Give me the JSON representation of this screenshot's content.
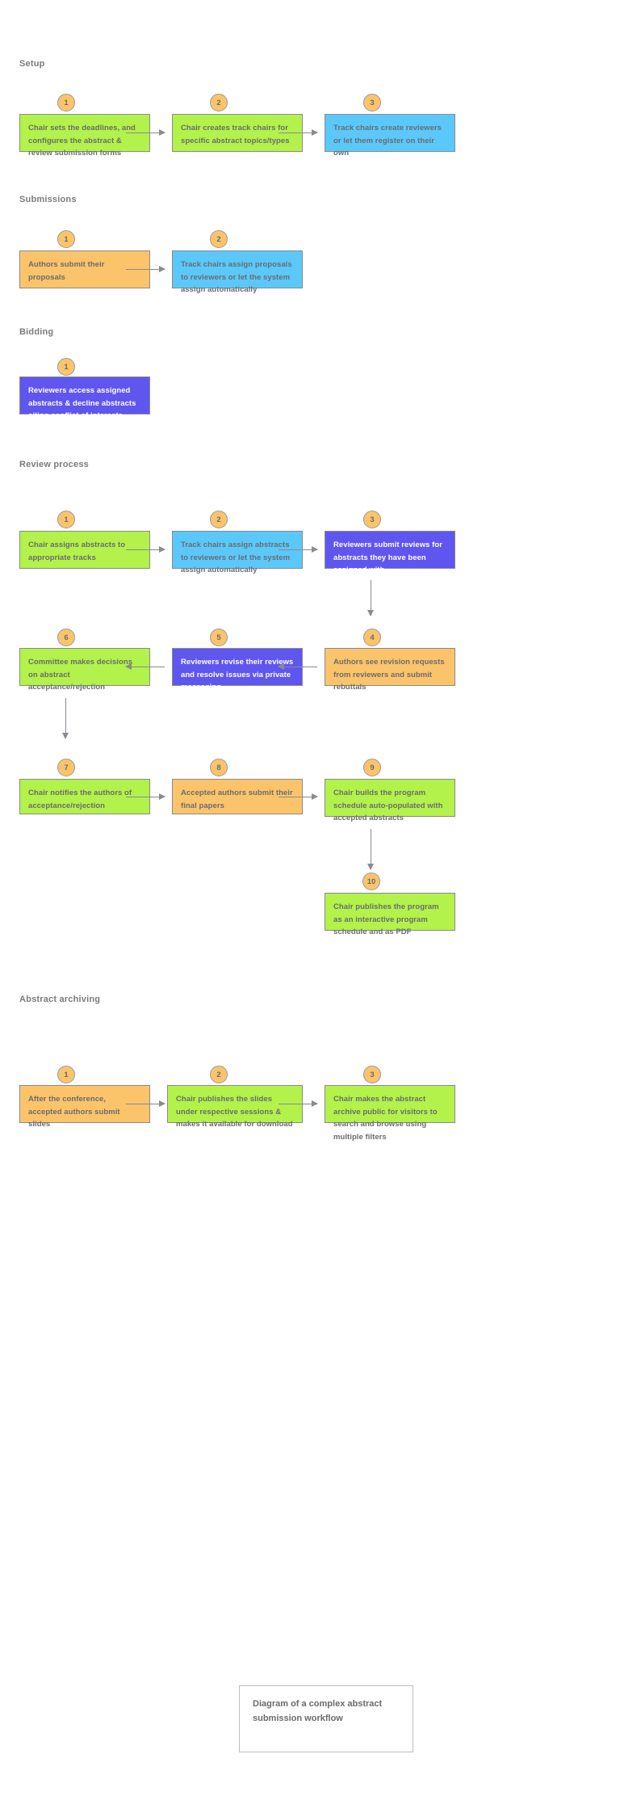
{
  "diagram": {
    "caption": "Diagram of a complex abstract submission workflow",
    "colors": {
      "green": "#b2f24a",
      "blue": "#5bc8fa",
      "orange": "#fbc46a",
      "purple": "#5f56f0",
      "badge": "#fbc46a",
      "text": "#6b6b70",
      "arrow": "#8a8a90",
      "background": "#ffffff"
    },
    "sections": [
      {
        "label": "Setup",
        "nodes": [
          {
            "number": "1",
            "color": "green",
            "text": "Chair sets the deadlines, and configures the abstract & review submission forms"
          },
          {
            "number": "2",
            "color": "green",
            "text": "Chair creates track chairs for specific abstract topics/types"
          },
          {
            "number": "3",
            "color": "blue",
            "text": "Track chairs create reviewers or let them register on their own"
          }
        ]
      },
      {
        "label": "Submissions",
        "nodes": [
          {
            "number": "1",
            "color": "orange",
            "text": "Authors submit their proposals"
          },
          {
            "number": "2",
            "color": "blue",
            "text": "Track chairs assign proposals to reviewers or let the system assign automatically"
          }
        ]
      },
      {
        "label": "Bidding",
        "nodes": [
          {
            "number": "1",
            "color": "purple",
            "text": "Reviewers access assigned abstracts & decline abstracts citing conflict of interests"
          }
        ]
      },
      {
        "label": "Review process",
        "nodes": [
          {
            "number": "1",
            "color": "green",
            "text": "Chair assigns abstracts to appropriate tracks"
          },
          {
            "number": "2",
            "color": "blue",
            "text": "Track chairs assign abstracts to reviewers or let the system assign automatically"
          },
          {
            "number": "3",
            "color": "purple",
            "text": "Reviewers submit reviews for abstracts they have been assigned with"
          },
          {
            "number": "4",
            "color": "orange",
            "text": "Authors see revision requests from reviewers and submit rebuttals"
          },
          {
            "number": "5",
            "color": "purple",
            "text": "Reviewers revise their reviews and resolve issues via private messaging"
          },
          {
            "number": "6",
            "color": "green",
            "text": "Committee makes decisions on abstract acceptance/rejection"
          },
          {
            "number": "7",
            "color": "green",
            "text": "Chair notifies the authors of acceptance/rejection"
          },
          {
            "number": "8",
            "color": "orange",
            "text": "Accepted authors submit their final papers"
          },
          {
            "number": "9",
            "color": "green",
            "text": "Chair builds the program schedule auto-populated with accepted abstracts"
          },
          {
            "number": "10",
            "color": "green",
            "text": "Chair publishes the program as an interactive program schedule and as PDF"
          }
        ]
      },
      {
        "label": "Abstract archiving",
        "nodes": [
          {
            "number": "1",
            "color": "orange",
            "text": "After the conference, accepted authors submit slides"
          },
          {
            "number": "2",
            "color": "green",
            "text": "Chair publishes the slides under respective sessions & makes it available for download"
          },
          {
            "number": "3",
            "color": "green",
            "text": "Chair makes the abstract archive public for visitors to search and browse using multiple filters"
          }
        ]
      }
    ]
  }
}
